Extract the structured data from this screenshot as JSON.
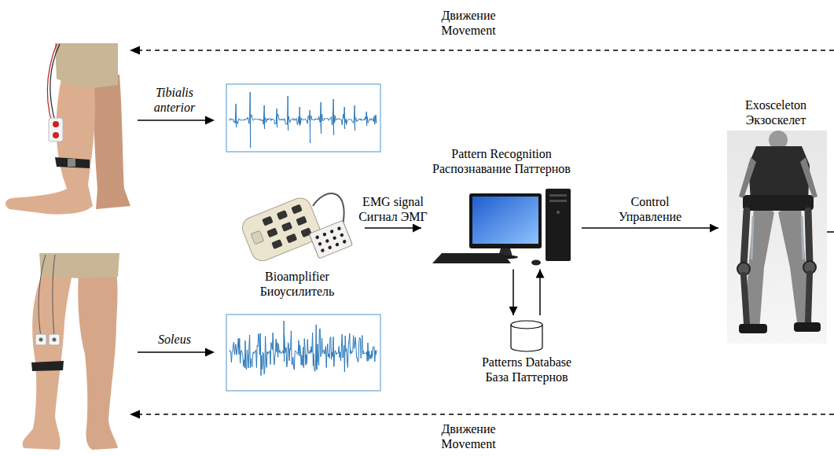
{
  "diagram": {
    "nodes": [
      {
        "text": [
          "Bioamplifier Биоусилитель"
        ]
      },
      {
        "text": [
          "Pattern Recognition Распознавание Паттернов"
        ]
      },
      {
        "text": [
          "Patterns Database База Паттернов"
        ]
      },
      {
        "text": [
          "Exosceleton Экзоскелет"
        ]
      }
    ],
    "edges": [
      {
        "from": 0,
        "to": 1,
        "label": "EMG signal Сигнал ЭМГ",
        "arrow": "to"
      },
      {
        "from": 1,
        "to": 3,
        "label": "Control Управление",
        "arrow": "to"
      },
      {
        "from": 1,
        "to": 2,
        "arrow": "to"
      },
      {
        "from": 2,
        "to": 1,
        "arrow": "to"
      }
    ],
    "labels": [
      "Движение Movement",
      "Tibialis anterior",
      "Soleus",
      "Движение Movement"
    ]
  }
}
